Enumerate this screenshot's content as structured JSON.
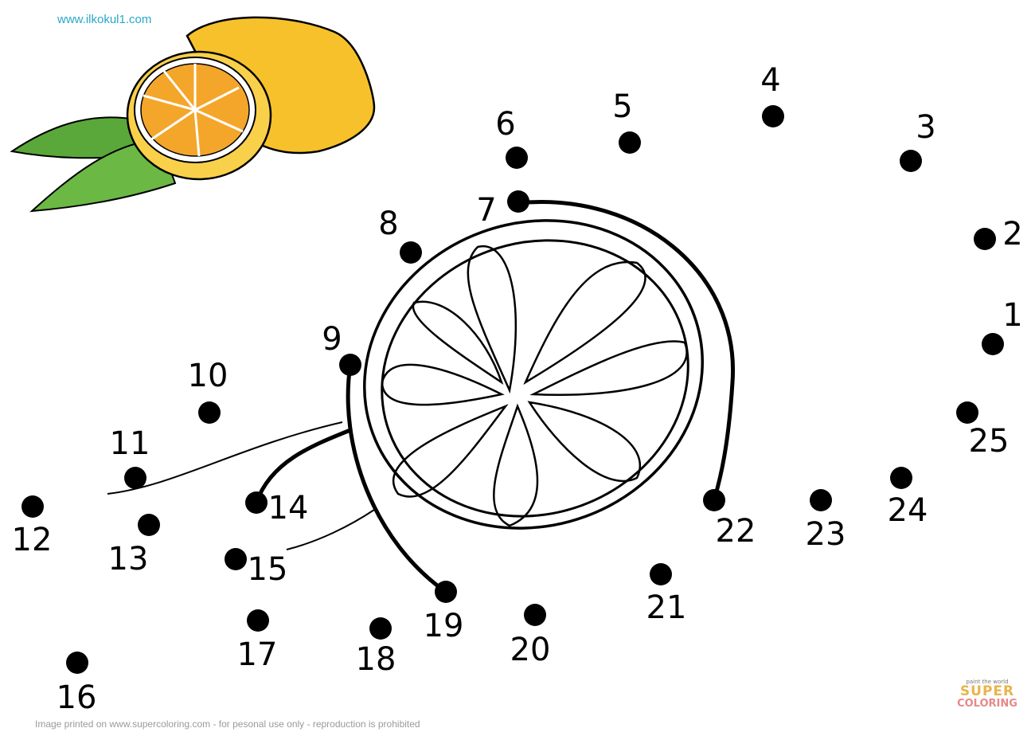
{
  "header": {
    "site_url": "www.ilkokul1.com"
  },
  "footer": {
    "notice": "Image printed on www.supercoloring.com - for pesonal use only - reproduction is prohibited"
  },
  "logo": {
    "tagline": "paint the world",
    "line1": "SUPER",
    "line2": "COLORING"
  },
  "watermark": "SUPERCOLORING",
  "dots": [
    "1",
    "2",
    "3",
    "4",
    "5",
    "6",
    "7",
    "8",
    "9",
    "10",
    "11",
    "12",
    "13",
    "14",
    "15",
    "16",
    "17",
    "18",
    "19",
    "20",
    "21",
    "22",
    "23",
    "24",
    "25"
  ],
  "colors": {
    "lemon": "#f7c12b",
    "pulp": "#f4a62a",
    "leaf": "#5aa83a",
    "ink": "#000000"
  }
}
